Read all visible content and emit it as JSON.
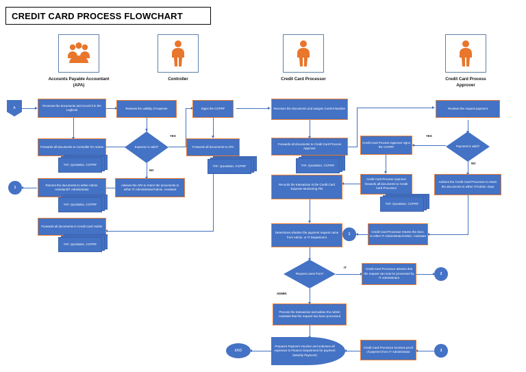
{
  "title": "CREDIT CARD PROCESS FLOWCHART",
  "colors": {
    "node_fill": "#4472C4",
    "node_border": "#ED7D31",
    "connector_line": "#3f6fbf",
    "person_icon": "#E8762C",
    "frame_border": "#5b7ea8"
  },
  "roles": [
    {
      "id": "apa",
      "label": "Accounts Payable Accountant\n(APA)",
      "icon": "people-group-icon"
    },
    {
      "id": "controller",
      "label": "Controller",
      "icon": "person-icon"
    },
    {
      "id": "processor",
      "label": "Credit Card Processor",
      "icon": "person-icon"
    },
    {
      "id": "approver",
      "label": "Credit Card Process\nApprover",
      "icon": "person-icon"
    }
  ],
  "nodes": {
    "start_a": "A",
    "apa_receive": "Receives the documents and record it in the Logbook",
    "apa_forward_controller": "Forwards all documents to Controller for review",
    "apa_returns": "Returns the documents to either Admin. Assistant/IT Administrator",
    "apa_forward_holder": "Forwards all documents to Credit Card Holder",
    "ctrl_review": "Reviews the validity of expense",
    "ctrl_decision": "Expense is valid?",
    "ctrl_advise": "Advises the APA to return the documents to either IT Administrator/Admin. Assistant",
    "ctrl_sign": "Signs the CCPRF",
    "ctrl_forward_apa": "Forwards all documents to APA",
    "proc_receive": "Receives the documents and assigns Control Number",
    "proc_forward_approver": "Forwards all documents to Credit Card Process Approver",
    "proc_record": "Records the transaction in the Credit Card Expense Monitoring File",
    "proc_determine": "Determines whether the payment request came from Admin. or IT Department",
    "proc_request_decision": "Request came from?",
    "proc_it_advise": "Credit Card Processor advises that the request can now be processed by IT Administrator",
    "proc_admin_process": "Process the transaction and advise the Admin Assistant that the request has been processed",
    "proc_voucher": "Prepares Payment Voucher and endorses all expenses to Finance Department for payment (Weekly Payment)",
    "proc_proof": "Credit Card Processor receives proof of payment from IT Administrator",
    "proc_returns_docs": "Credit Card Processor returns the docs. to either IT Administrator/Admin. Assistant",
    "appr_review": "Reviews the request payment",
    "appr_decision": "Payment is valid?",
    "appr_sign": "Credit Card Process Approver signs the CCPRF",
    "appr_forward": "Credit Card Process Approver forwards all documents to Credit Card Processor",
    "appr_advise_return": "Advises the Credit Card Processor to return the documents to either IT/Admin. Dept",
    "end": "END"
  },
  "documents": {
    "d1": "TAF, Quotation, CCPRF",
    "d2": "TAF, Quotation, CCPRF",
    "d3": "TAF, Quotation, CCPRF",
    "d4": "TAF, Quotation, CCPRF",
    "d5": "TAF, Quotation, CCPRF",
    "d6": "TAF, Quotation, CCPRF"
  },
  "connectors": {
    "c1_left": "1",
    "c1_mid": "1",
    "c2": "2",
    "c3": "3"
  },
  "edge_labels": {
    "ctrl_yes": "YES",
    "ctrl_no": "NO",
    "appr_yes": "YES",
    "appr_no": "NO",
    "req_it": "IT",
    "req_admin": "ADMIN"
  }
}
